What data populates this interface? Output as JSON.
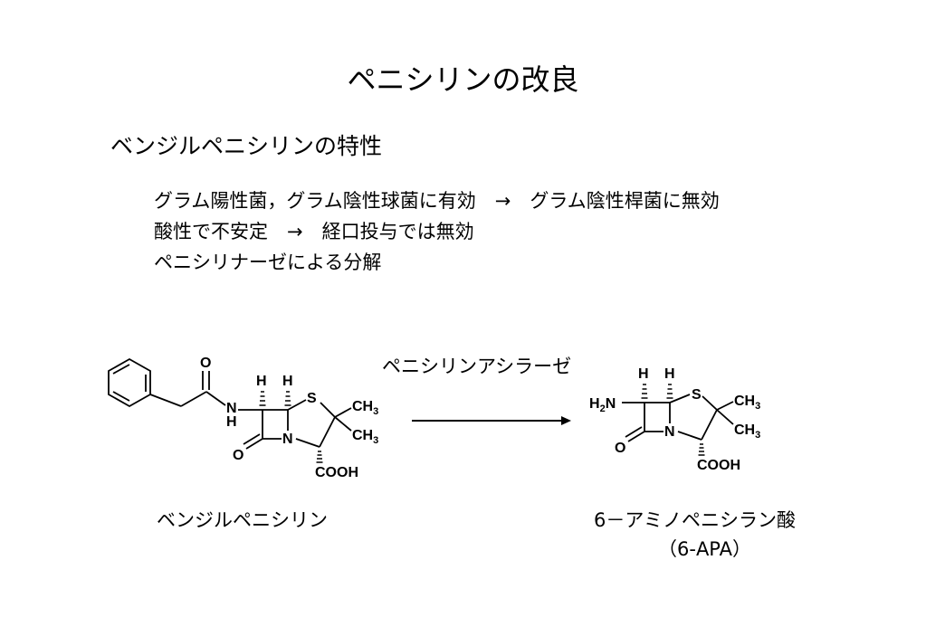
{
  "slide": {
    "title": "ペニシリンの改良",
    "section_heading": "ベンジルペニシリンの特性",
    "properties": [
      "グラム陽性菌，グラム陰性球菌に有効　→　グラム陰性桿菌に無効",
      "酸性で不安定　→　経口投与では無効",
      "ペニシリナーゼによる分解"
    ]
  },
  "reaction": {
    "enzyme": "ペニシリンアシラーゼ",
    "reactant": {
      "name": "ベンジルペニシリン",
      "atoms": {
        "carbonyl_o": "O",
        "amide_n": "N",
        "amide_h": "H",
        "h_left": "H",
        "h_right": "H",
        "sulfur": "S",
        "methyl_top": "CH",
        "methyl_bottom": "CH",
        "methyl_sub": "3",
        "ring_n": "N",
        "lactam_o": "O",
        "carboxyl": "COOH"
      }
    },
    "product": {
      "name": "6－アミノペニシラン酸",
      "abbreviation": "（6-APA）",
      "atoms": {
        "amine_h": "H",
        "amine_sub": "2",
        "amine_n": "N",
        "h_left": "H",
        "h_right": "H",
        "sulfur": "S",
        "methyl_top": "CH",
        "methyl_bottom": "CH",
        "methyl_sub": "3",
        "ring_n": "N",
        "lactam_o": "O",
        "carboxyl": "COOH"
      }
    }
  }
}
